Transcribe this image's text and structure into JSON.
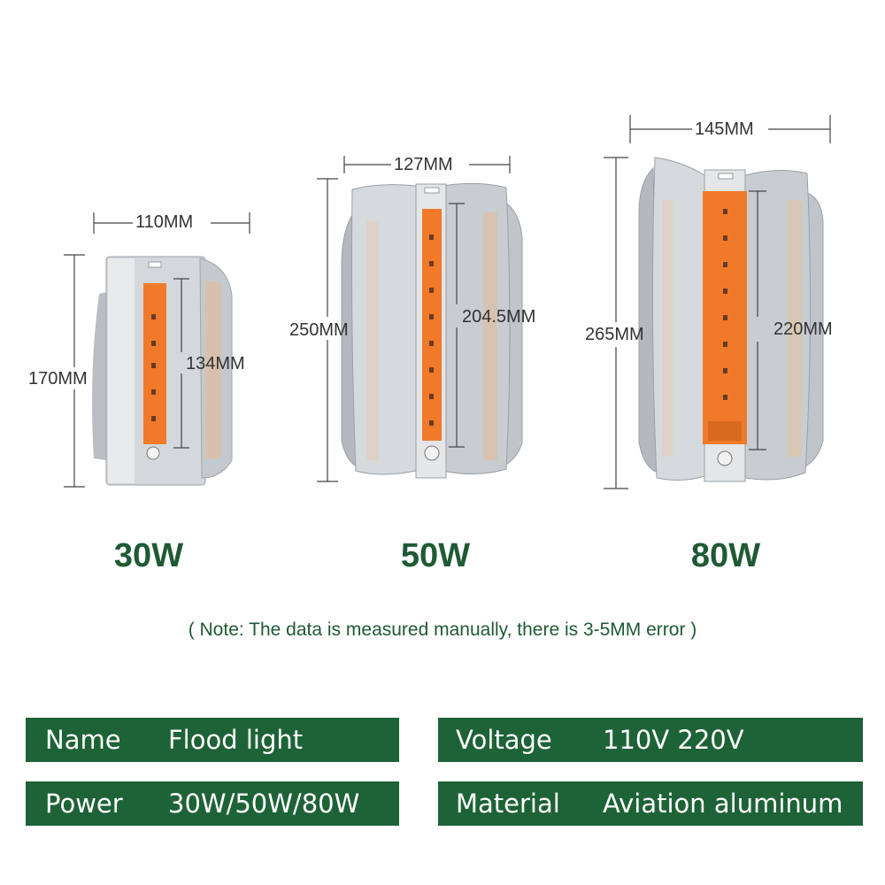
{
  "products": [
    {
      "watt": "30W",
      "width": "110MM",
      "height": "170MM",
      "strip": "134MM"
    },
    {
      "watt": "50W",
      "width": "127MM",
      "height": "250MM",
      "strip": "204.5MM"
    },
    {
      "watt": "80W",
      "width": "145MM",
      "height": "265MM",
      "strip": "220MM"
    }
  ],
  "note": "( Note: The data is measured manually, there is 3-5MM error )",
  "specs": {
    "name_label": "Name",
    "name_value": "Flood light",
    "voltage_label": "Voltage",
    "voltage_value": "110V  220V",
    "power_label": "Power",
    "power_value": "30W/50W/80W",
    "material_label": "Material",
    "material_value": "Aviation aluminum"
  },
  "colors": {
    "green": "#1e6237",
    "led_strip": "#f07a2a",
    "aluminum": "#c8ccd0"
  }
}
